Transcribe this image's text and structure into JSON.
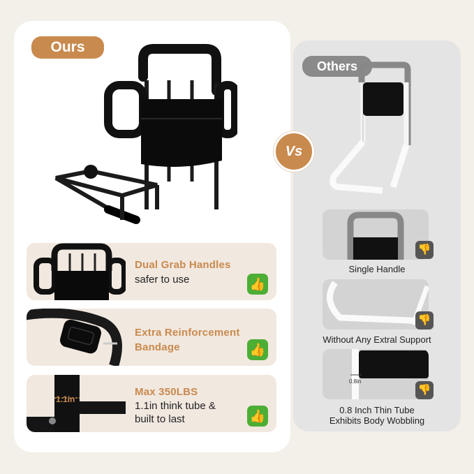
{
  "labels": {
    "ours": "Ours",
    "others": "Others",
    "vs": "Vs"
  },
  "features": [
    {
      "title": "Dual Grab Handles",
      "subtitle_lines": [
        "safer to use"
      ]
    },
    {
      "title": "Extra Reinforcement",
      "subtitle_lines": [
        "Bandage"
      ]
    },
    {
      "title": "Max 350LBS",
      "subtitle_lines": [
        "1.1in think tube &",
        "built to last"
      ]
    }
  ],
  "feature_thumb_text": {
    "tube_measure": "1.1in"
  },
  "others": [
    {
      "label_lines": [
        "Single Handle"
      ]
    },
    {
      "label_lines": [
        "Without Any Extral Support"
      ]
    },
    {
      "label_lines": [
        "0.8 Inch Thin Tube",
        "Exhibits Body Wobbling"
      ],
      "measure": "0.8in"
    }
  ],
  "colors": {
    "accent": "#c98a4e",
    "good": "#4cae35",
    "bad": "#555555",
    "others_pill": "#8a8a8a"
  },
  "icons": {
    "good": "thumbs-up-icon",
    "bad": "thumbs-down-icon"
  }
}
